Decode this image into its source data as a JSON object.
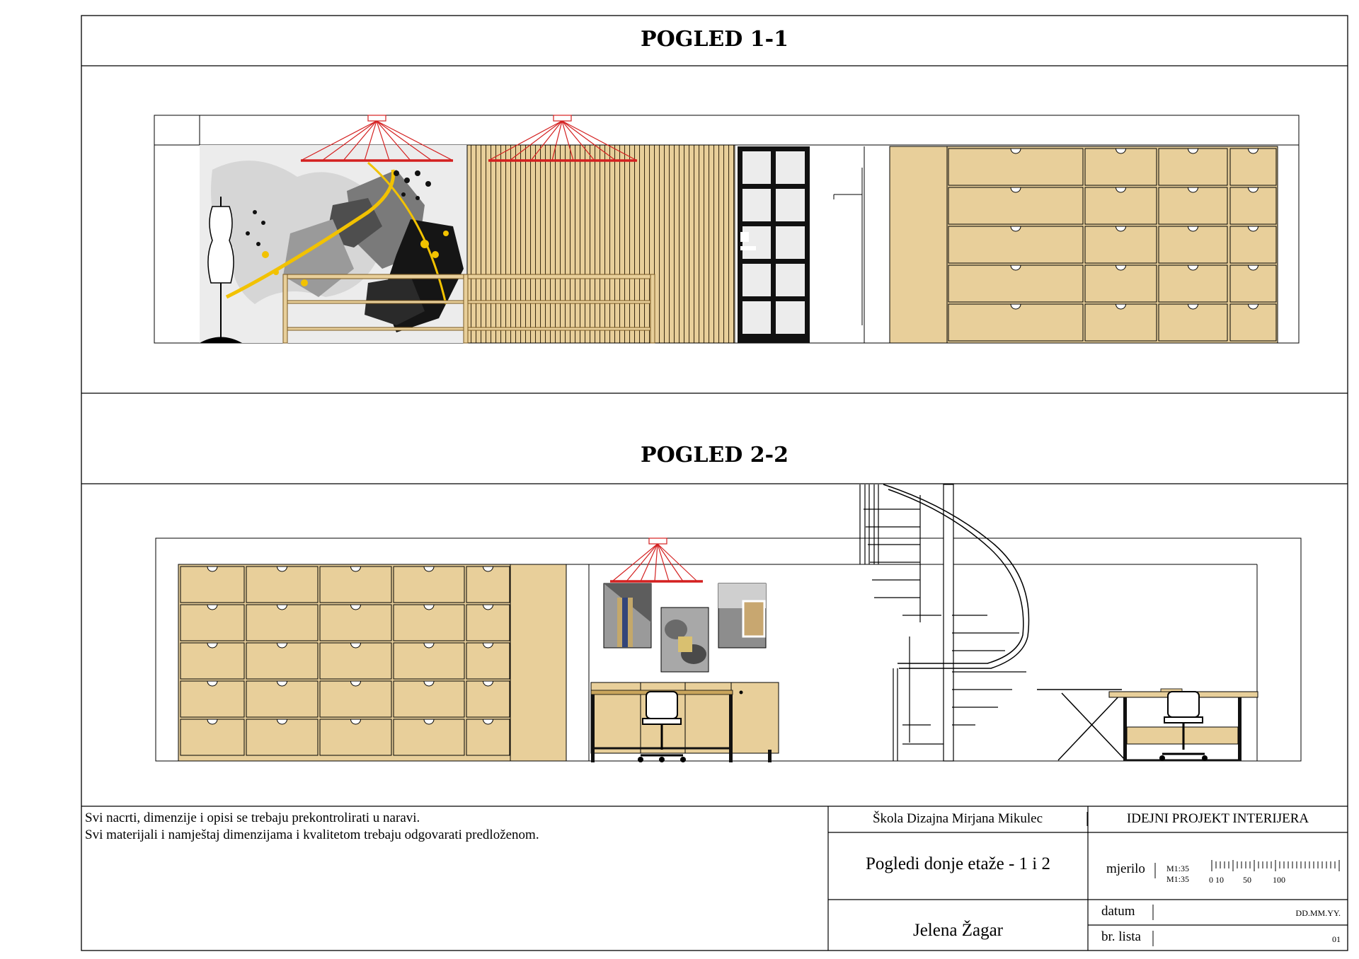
{
  "views": [
    {
      "title": "POGLED 1-1"
    },
    {
      "title": "POGLED 2-2"
    }
  ],
  "notes": [
    "Svi nacrti, dimenzije i opisi se trebaju prekontrolirati u naravi.",
    "Svi materijali i namještaj dimenzijama i kvalitetom trebaju odgovarati predloženom."
  ],
  "title_block": {
    "school": "Škola Dizajna Mirjana Mikulec",
    "project": "IDEJNI PROJEKT INTERIJERA",
    "drawing_title": "Pogledi donje etaže - 1 i 2",
    "author": "Jelena Žagar",
    "scale_label": "mjerilo",
    "scale_values": [
      "M1:35",
      "M1:35"
    ],
    "scale_bar_labels": [
      "0",
      "10",
      "50",
      "100"
    ],
    "date_label": "datum",
    "date_value": "DD.MM.YY.",
    "sheet_label": "br. lista",
    "sheet_value": "01"
  },
  "colors": {
    "wood": "#e8cf9a",
    "wood_dark": "#9c7c45",
    "lamp_red": "#d42020",
    "accent_yellow": "#f2c200",
    "line": "#000000"
  }
}
